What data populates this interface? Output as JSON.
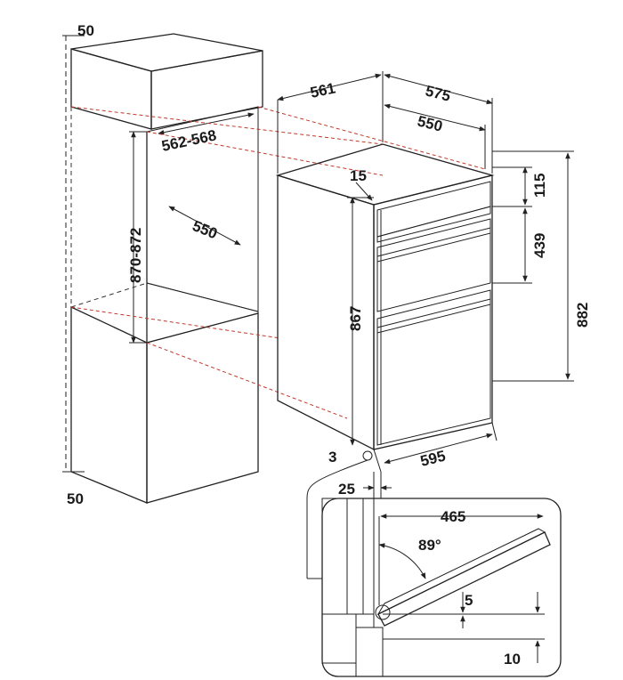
{
  "labels": {
    "d50_top": "50",
    "d50_bottom": "50",
    "d562_568": "562-568",
    "d870_872": "870-872",
    "d550_niche": "550",
    "d561": "561",
    "d575": "575",
    "d550_oven": "550",
    "d15": "15",
    "d115": "115",
    "d439": "439",
    "d882": "882",
    "d867": "867",
    "d595": "595",
    "d3": "3",
    "d25": "25",
    "d465": "465",
    "d89": "89°",
    "d5": "5",
    "d10": "10"
  }
}
